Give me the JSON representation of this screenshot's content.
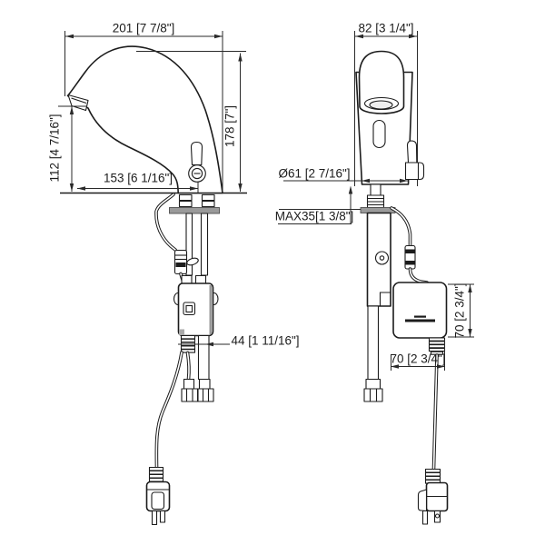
{
  "drawing": {
    "background": "#ffffff",
    "ink": "#1c1c1c",
    "flange_gray": "#9a9a9a"
  },
  "side_view": {
    "dim_spout_width": "201 [7 7/8\"]",
    "dim_overall_height": "178 [7\"]",
    "dim_outlet_height": "112 [4 7/16\"]",
    "dim_outlet_reach": "153 [6 1/16\"]",
    "dim_hose_offset": "44 [1 11/16\"]"
  },
  "front_view": {
    "dim_body_width": "82 [3 1/4\"]",
    "dim_base_diameter": "Ø61 [2 7/16\"]",
    "dim_max_deck": "MAX35[1 3/8\"]",
    "dim_box_height": "70 [2 3/4\"]",
    "dim_box_width": "70 [2 3/4\"]"
  }
}
